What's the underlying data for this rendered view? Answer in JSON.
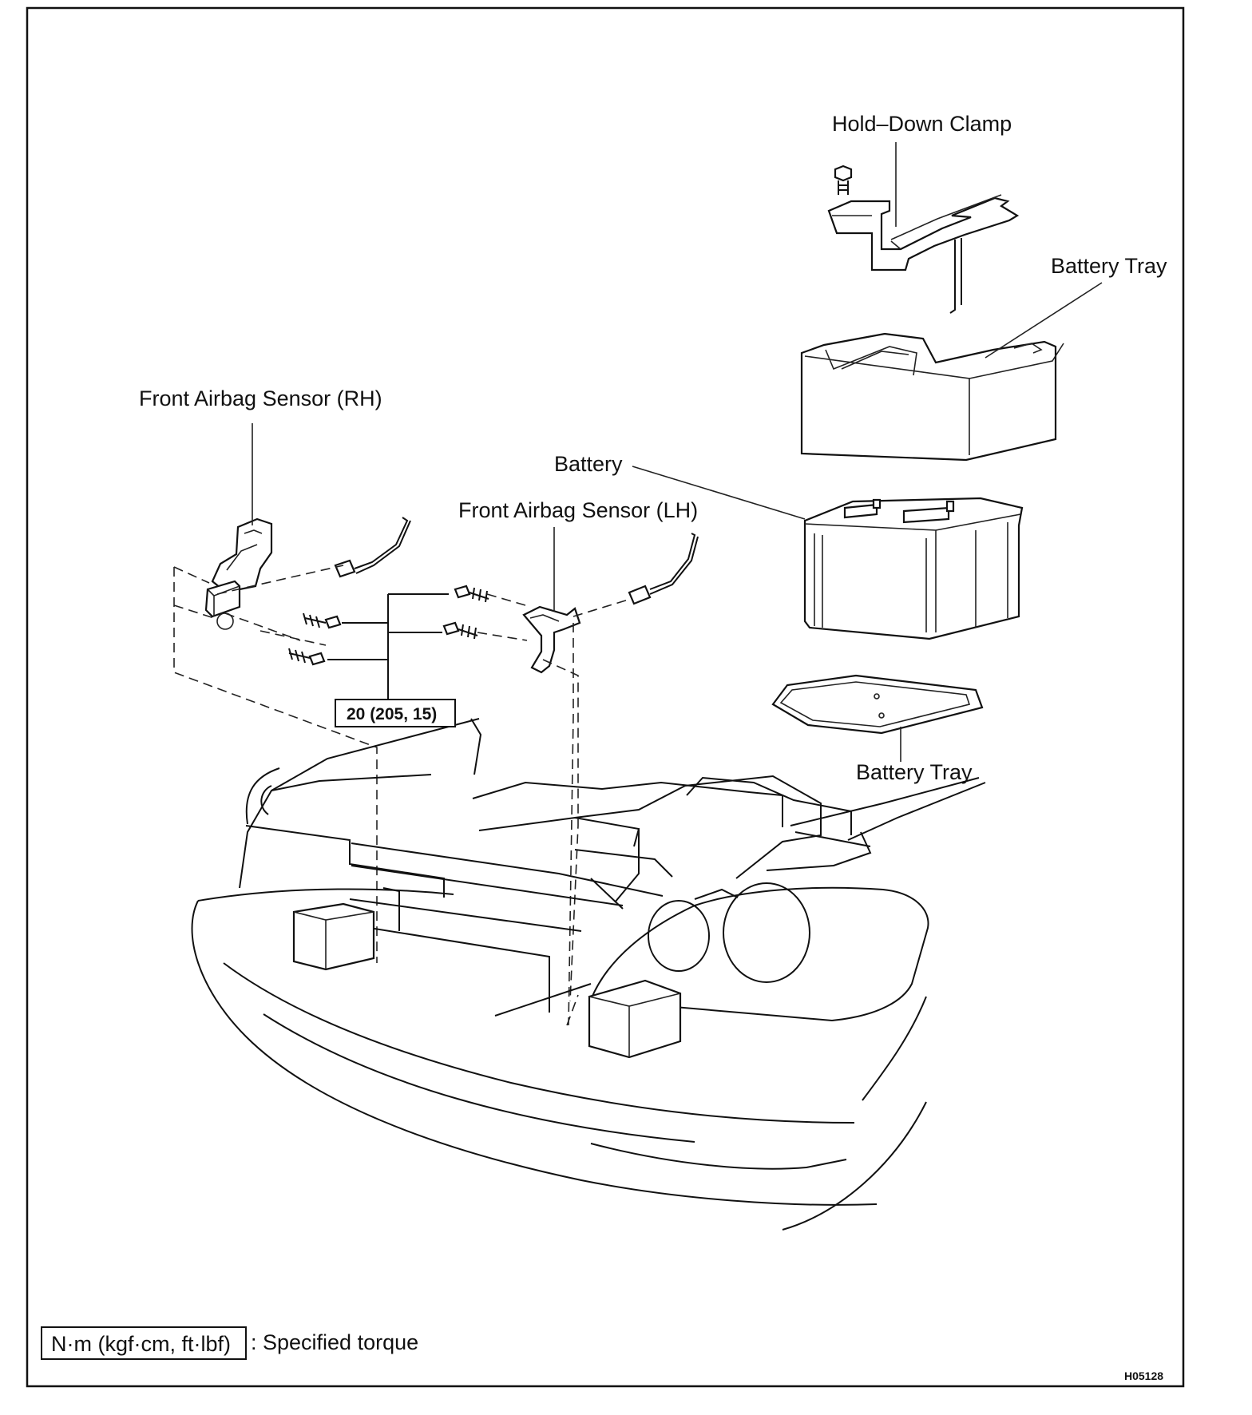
{
  "diagram": {
    "labels": {
      "hold_down_clamp": "Hold–Down Clamp",
      "battery_tray_upper": "Battery Tray",
      "front_airbag_sensor_rh": "Front Airbag Sensor (RH)",
      "battery": "Battery",
      "front_airbag_sensor_lh": "Front Airbag Sensor (LH)",
      "battery_tray_lower": "Battery Tray"
    },
    "torque_value": "20 (205, 15)",
    "legend": {
      "unit_box": "N·m (kgf·cm, ft·lbf)",
      "description": ": Specified torque"
    },
    "figure_id": "H05128"
  }
}
